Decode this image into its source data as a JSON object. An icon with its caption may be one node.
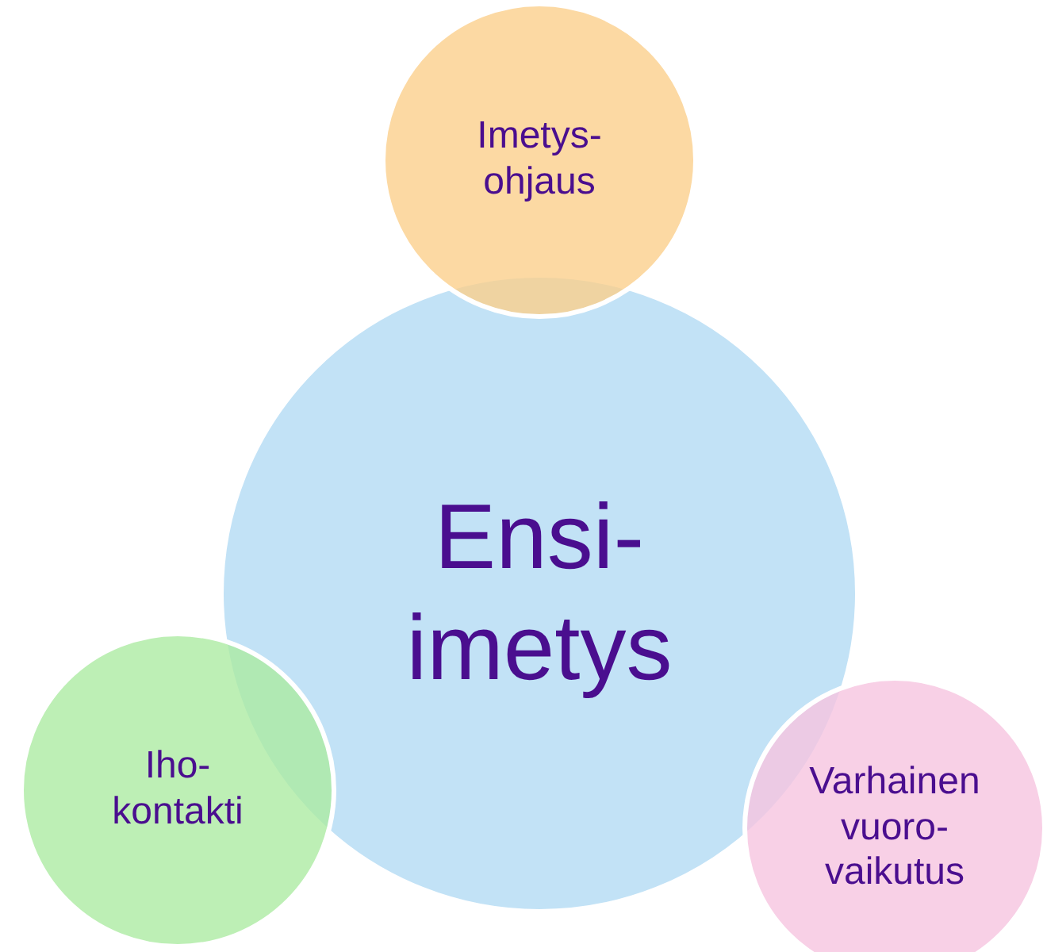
{
  "diagram": {
    "nodes": [
      {
        "text": [
          "Imetys- ohjaus"
        ]
      },
      {
        "text": [
          "Ensi- imetys"
        ]
      },
      {
        "text": [
          "Iho- kontakti"
        ]
      },
      {
        "text": [
          "Varhainen vuoro- vaikutus"
        ]
      }
    ]
  }
}
